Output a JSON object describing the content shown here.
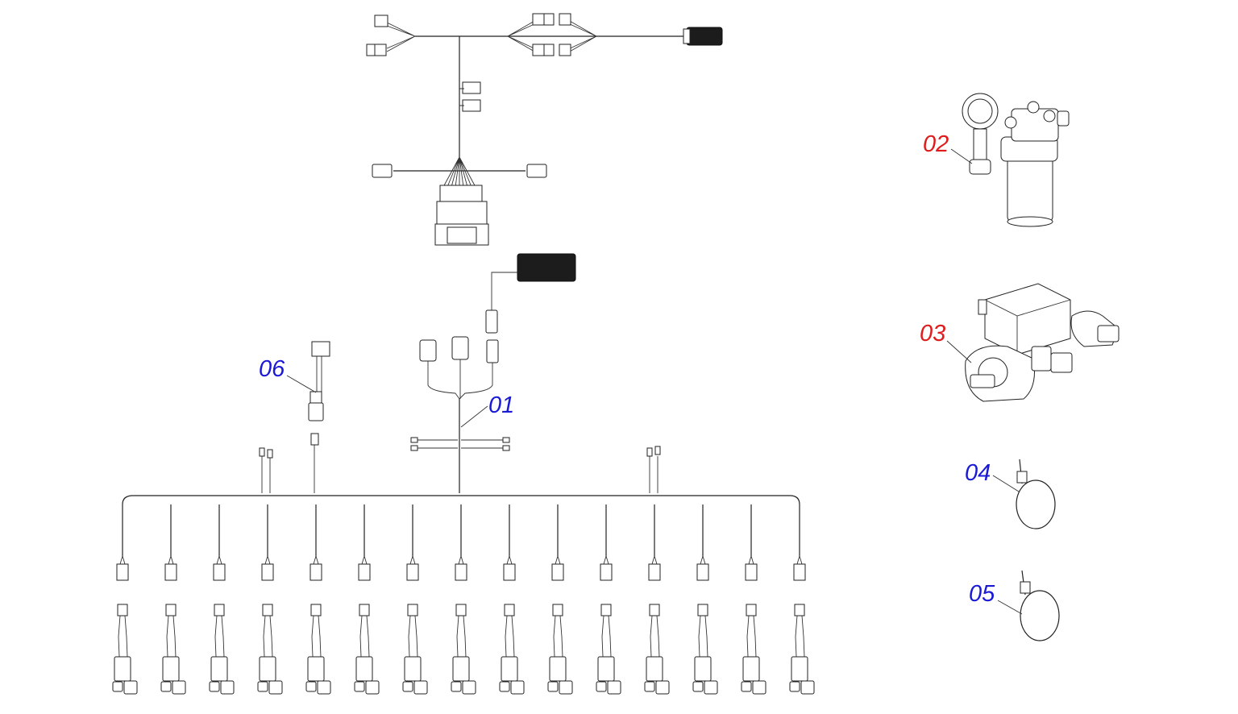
{
  "colors": {
    "blue": "#1a1ad6",
    "red": "#e01b1b",
    "line": "#222222"
  },
  "callouts": [
    {
      "id": "01",
      "text": "01",
      "color": "blue"
    },
    {
      "id": "02",
      "text": "02",
      "color": "red"
    },
    {
      "id": "03",
      "text": "03",
      "color": "red"
    },
    {
      "id": "04",
      "text": "04",
      "color": "blue"
    },
    {
      "id": "05",
      "text": "05",
      "color": "blue"
    },
    {
      "id": "06",
      "text": "06",
      "color": "blue"
    }
  ],
  "icons": {
    "harness": "wire-harness-icon",
    "ecu": "control-unit-icon",
    "filter": "pressure-filter-icon",
    "valve": "hydraulic-valve-icon",
    "tie": "cable-tie-icon"
  },
  "branch_count": 15
}
